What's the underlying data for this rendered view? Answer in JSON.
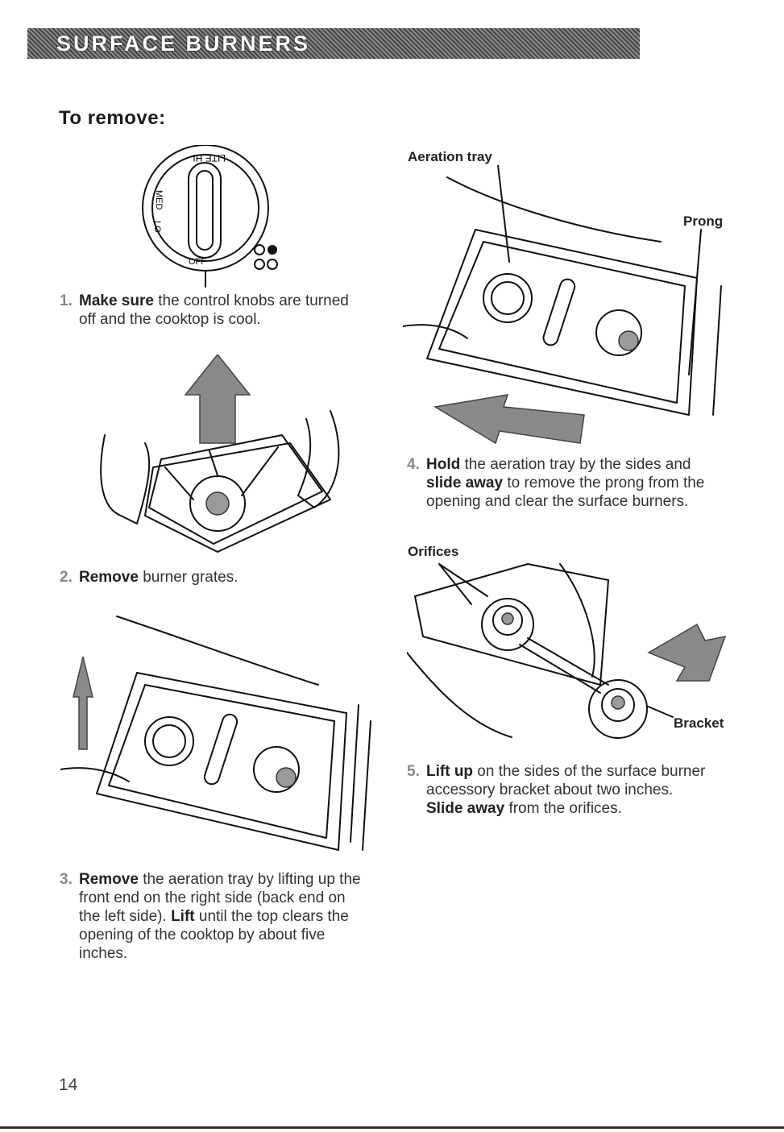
{
  "banner": {
    "title": "SURFACE BURNERS"
  },
  "subhead": "To remove:",
  "knob": {
    "label_lite": "LITE HI",
    "label_med": "MED",
    "label_lo": "LO",
    "label_off": "OFF"
  },
  "steps": [
    {
      "num": "1.",
      "bold": "Make sure",
      "line1_rest": " the control knobs are turned",
      "line2": "off and the cooktop is cool."
    },
    {
      "num": "2.",
      "bold": "Remove",
      "line1_rest": " burner grates."
    },
    {
      "num": "3.",
      "bold": "Remove",
      "line1_rest": " the aeration tray by lifting up the",
      "line2": "front end on the right side (back end on",
      "line3": "the left side). ",
      "line3_bold": "Lift",
      "line3_rest": " until the top clears the",
      "line4": "opening of the cooktop by about five",
      "line5": "inches."
    },
    {
      "num": "4.",
      "bold": "Hold",
      "line1_rest": " the aeration tray by the sides and",
      "line2_bold": "slide away",
      "line2_rest": " to remove the prong from the",
      "line3": "opening and clear the surface burners."
    },
    {
      "num": "5.",
      "bold": "Lift up",
      "line1_rest": " on the sides of the surface burner",
      "line2": "accessory bracket about two inches.",
      "line3_bold": "Slide away",
      "line3_rest": " from the orifices."
    }
  ],
  "callouts": {
    "aeration_tray": "Aeration tray",
    "prong": "Prong",
    "orifices": "Orifices",
    "bracket": "Bracket"
  },
  "page_number": "14"
}
